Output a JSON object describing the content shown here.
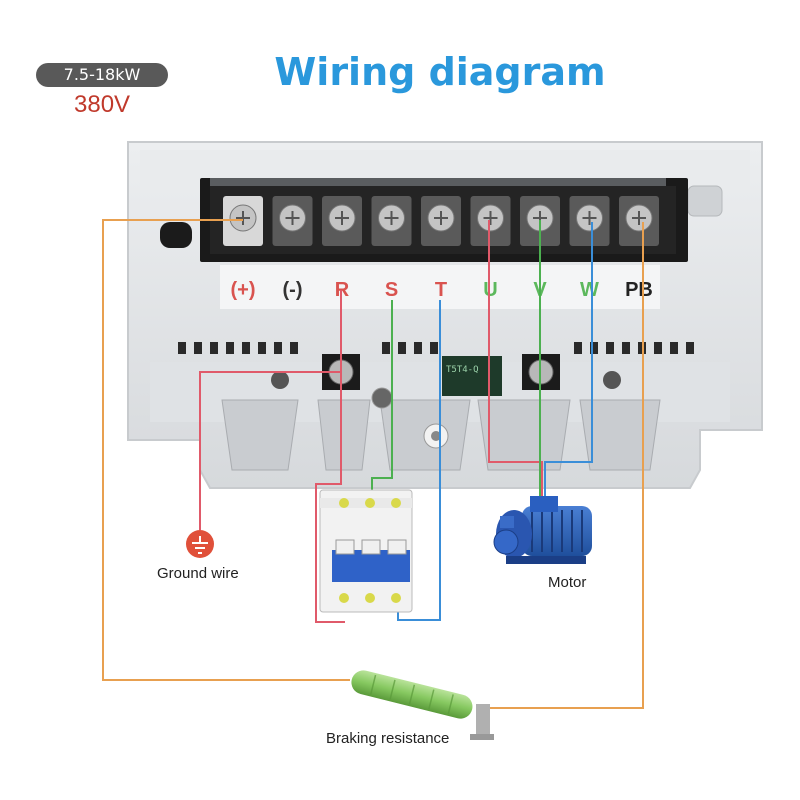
{
  "header": {
    "title": "Wiring diagram",
    "power_range": "7.5-18kW",
    "voltage": "380V"
  },
  "terminals": [
    {
      "label": "(+)",
      "color": "#d9534f"
    },
    {
      "label": "(-)",
      "color": "#333333"
    },
    {
      "label": "R",
      "color": "#d9534f"
    },
    {
      "label": "S",
      "color": "#d9534f"
    },
    {
      "label": "T",
      "color": "#d9534f"
    },
    {
      "label": "U",
      "color": "#5cb85c"
    },
    {
      "label": "V",
      "color": "#5cb85c"
    },
    {
      "label": "W",
      "color": "#5cb85c"
    },
    {
      "label": "PB",
      "color": "#222222"
    }
  ],
  "components": {
    "ground": "Ground wire",
    "motor": "Motor",
    "braking_resistor": "Braking resistance"
  },
  "colors": {
    "title": "#2a98dc",
    "voltage": "#c0392b",
    "wire_orange": "#e8a050",
    "wire_red": "#e05a6a",
    "wire_green": "#4cb050",
    "wire_blue": "#3a8ed8",
    "housing": "#e4e6e8",
    "terminal_block": "#2a2a2a"
  },
  "icons": [
    "ground-icon",
    "breaker-icon",
    "motor-icon",
    "resistor-icon",
    "screw-icon"
  ]
}
